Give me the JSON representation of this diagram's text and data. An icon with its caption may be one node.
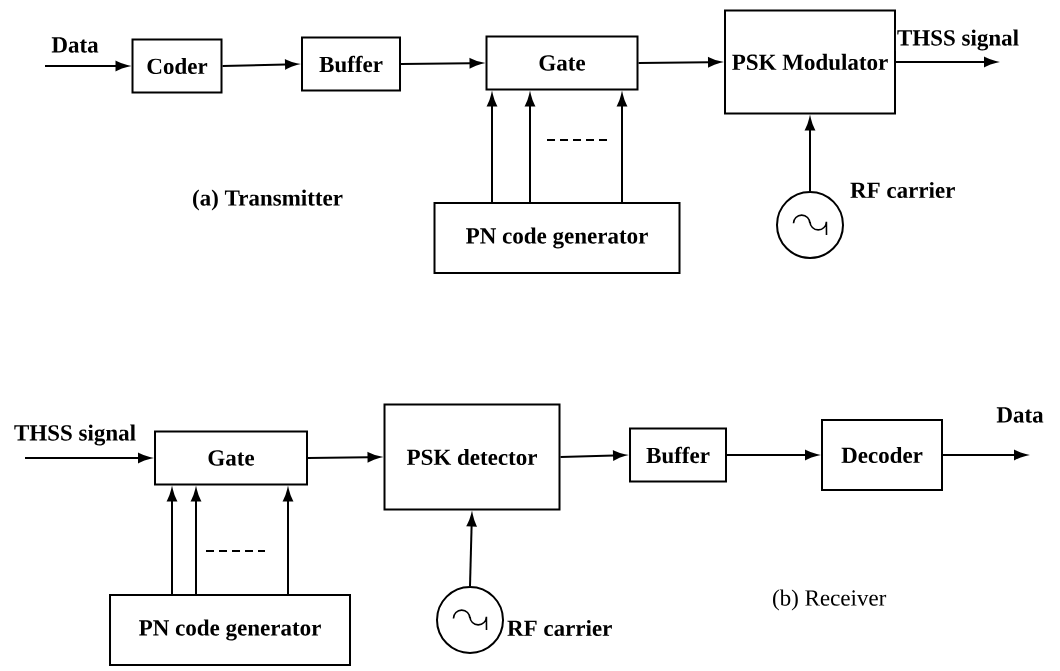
{
  "diagram": {
    "nodes": [
      {
        "text": [
          "Coder"
        ]
      },
      {
        "text": [
          "Buffer"
        ]
      },
      {
        "text": [
          "Gate"
        ]
      },
      {
        "text": [
          "PSK Modulator"
        ]
      },
      {
        "text": [
          "PN code generator"
        ]
      },
      {
        "text": [],
        "shape": "circle",
        "beside": [
          "RF carrier"
        ]
      },
      {
        "text": [
          "Gate"
        ]
      },
      {
        "text": [
          "PSK detector"
        ]
      },
      {
        "text": [
          "Buffer"
        ]
      },
      {
        "text": [
          "Decoder"
        ]
      },
      {
        "text": [
          "PN code generator"
        ]
      },
      {
        "text": [],
        "shape": "circle",
        "beside": [
          "RF carrier"
        ]
      }
    ],
    "edges": [
      {
        "from": null,
        "to": 0,
        "arrow": "to",
        "label": "Data"
      },
      {
        "from": 0,
        "to": 1,
        "arrow": "to"
      },
      {
        "from": 1,
        "to": 2,
        "arrow": "to"
      },
      {
        "from": 2,
        "to": 3,
        "arrow": "to"
      },
      {
        "from": 3,
        "to": null,
        "arrow": "to",
        "label": "THSS signal"
      },
      {
        "from": 4,
        "to": 2,
        "arrow": "to"
      },
      {
        "from": 4,
        "to": 2,
        "arrow": "to"
      },
      {
        "from": 4,
        "to": 2,
        "arrow": "to"
      },
      {
        "from": 5,
        "to": 3,
        "arrow": "to"
      },
      {
        "from": null,
        "to": 6,
        "arrow": "to",
        "label": "THSS signal"
      },
      {
        "from": 6,
        "to": 7,
        "arrow": "to"
      },
      {
        "from": 10,
        "to": 6,
        "arrow": "to"
      },
      {
        "from": 10,
        "to": 6,
        "arrow": "to"
      },
      {
        "from": 10,
        "to": 6,
        "arrow": "to"
      },
      {
        "from": 11,
        "to": 7,
        "arrow": "to"
      },
      {
        "from": 7,
        "to": 8,
        "arrow": "to"
      },
      {
        "from": 8,
        "to": 9,
        "arrow": "to"
      },
      {
        "from": 9,
        "to": null,
        "arrow": "to",
        "label": "Data"
      }
    ],
    "labels": [
      "(a)  Transmitter",
      "(b)  Receiver"
    ]
  }
}
